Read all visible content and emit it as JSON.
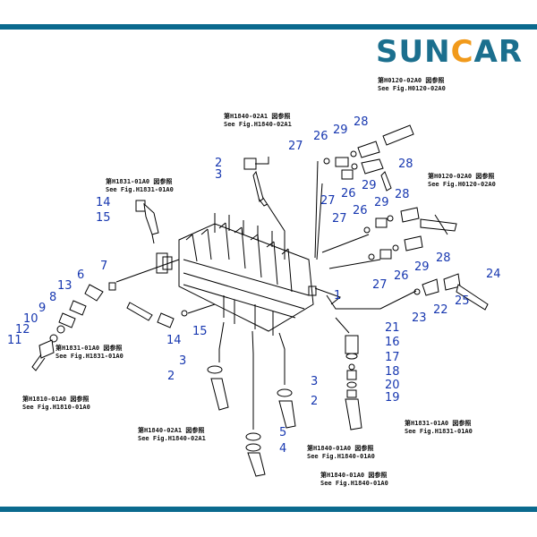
{
  "logo": {
    "text_before": "SUN",
    "ring_letter": "C",
    "text_after": "AR"
  },
  "callouts": [
    {
      "id": "c2a",
      "text": "2"
    },
    {
      "id": "c3a",
      "text": "3"
    },
    {
      "id": "c14a",
      "text": "14"
    },
    {
      "id": "c15a",
      "text": "15"
    },
    {
      "id": "c6",
      "text": "6"
    },
    {
      "id": "c7",
      "text": "7"
    },
    {
      "id": "c13",
      "text": "13"
    },
    {
      "id": "c8",
      "text": "8"
    },
    {
      "id": "c9",
      "text": "9"
    },
    {
      "id": "c10",
      "text": "10"
    },
    {
      "id": "c12",
      "text": "12"
    },
    {
      "id": "c11",
      "text": "11"
    },
    {
      "id": "c14b",
      "text": "14"
    },
    {
      "id": "c15b",
      "text": "15"
    },
    {
      "id": "c1",
      "text": "1"
    },
    {
      "id": "c3b",
      "text": "3"
    },
    {
      "id": "c2b",
      "text": "2"
    },
    {
      "id": "c3c",
      "text": "3"
    },
    {
      "id": "c2c",
      "text": "2"
    },
    {
      "id": "c5",
      "text": "5"
    },
    {
      "id": "c4",
      "text": "4"
    },
    {
      "id": "c21",
      "text": "21"
    },
    {
      "id": "c16",
      "text": "16"
    },
    {
      "id": "c17",
      "text": "17"
    },
    {
      "id": "c18",
      "text": "18"
    },
    {
      "id": "c20",
      "text": "20"
    },
    {
      "id": "c19",
      "text": "19"
    },
    {
      "id": "c23",
      "text": "23"
    },
    {
      "id": "c22",
      "text": "22"
    },
    {
      "id": "c25",
      "text": "25"
    },
    {
      "id": "c24",
      "text": "24"
    },
    {
      "id": "c27a",
      "text": "27"
    },
    {
      "id": "c26a",
      "text": "26"
    },
    {
      "id": "c29a",
      "text": "29"
    },
    {
      "id": "c28a",
      "text": "28"
    },
    {
      "id": "c28b",
      "text": "28"
    },
    {
      "id": "c27b",
      "text": "27"
    },
    {
      "id": "c26b",
      "text": "26"
    },
    {
      "id": "c29b",
      "text": "29"
    },
    {
      "id": "c27c",
      "text": "27"
    },
    {
      "id": "c26c",
      "text": "26"
    },
    {
      "id": "c29c",
      "text": "29"
    },
    {
      "id": "c28c",
      "text": "28"
    },
    {
      "id": "c28d",
      "text": "28"
    },
    {
      "id": "c29d",
      "text": "29"
    },
    {
      "id": "c26d",
      "text": "26"
    },
    {
      "id": "c27d",
      "text": "27"
    }
  ],
  "references": [
    {
      "line1": "第H0120-02A0 図参照",
      "line2": "See Fig.H0120-02A0"
    },
    {
      "line1": "第H1840-02A1 図参照",
      "line2": "See Fig.H1840-02A1"
    },
    {
      "line1": "第H1831-01A0 図参照",
      "line2": "See Fig.H1831-01A0"
    },
    {
      "line1": "第H0120-02A0 図参照",
      "line2": "See Fig.H0120-02A0"
    },
    {
      "line1": "第H1831-01A0 図参照",
      "line2": "See Fig.H1831-01A0"
    },
    {
      "line1": "第H1810-01A0 図参照",
      "line2": "See Fig.H1810-01A0"
    },
    {
      "line1": "第H1840-02A1 図参照",
      "line2": "See Fig.H1840-02A1"
    },
    {
      "line1": "第H1831-01A0 図参照",
      "line2": "See Fig.H1831-01A0"
    },
    {
      "line1": "第H1840-01A0 図参照",
      "line2": "See Fig.H1840-01A0"
    },
    {
      "line1": "第H1840-01A0 図参照",
      "line2": "See Fig.H1840-01A0"
    }
  ],
  "colors": {
    "border": "#0b6a8e",
    "logo": "#1b6f8e",
    "logo_accent": "#f19a1b",
    "callout": "#1838b0",
    "line": "#000000"
  }
}
